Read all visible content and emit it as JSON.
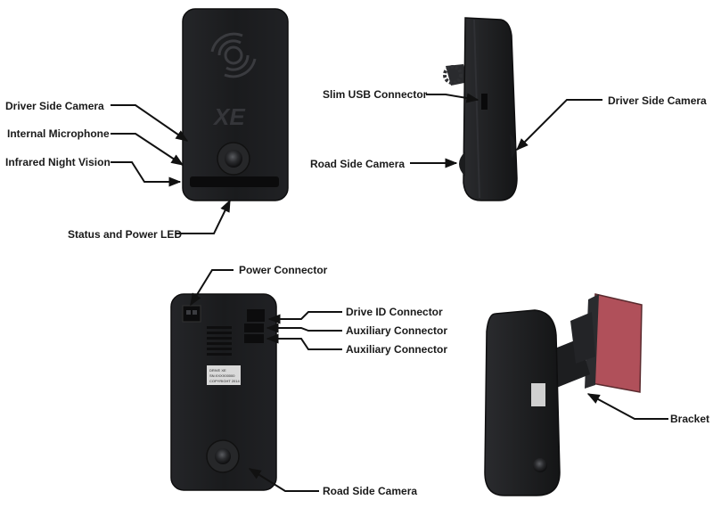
{
  "labels": {
    "front_driver_side_camera": "Driver Side Camera",
    "front_internal_microphone": "Internal Microphone",
    "front_infrared_night_vision": "Infrared Night Vision",
    "front_status_power_led": "Status and Power LED",
    "side_slim_usb_connector": "Slim USB Connector",
    "side_road_side_camera": "Road Side Camera",
    "side_driver_side_camera": "Driver Side Camera",
    "back_power_connector": "Power Connector",
    "back_drive_id_connector": "Drive ID Connector",
    "back_auxiliary_connector_1": "Auxiliary Connector",
    "back_auxiliary_connector_2": "Auxiliary Connector",
    "back_road_side_camera": "Road Side Camera",
    "bracket": "Bracket"
  },
  "device": {
    "logo_text": "XE",
    "sticker_lines": [
      "DRIVE XE",
      "SN:XXXX00000",
      "COPYRIGHT 2014"
    ]
  },
  "colors": {
    "device_body": "#1c1d1f",
    "device_edge": "#2b2c2f",
    "arrow": "#111111",
    "bracket_pad": "#b0505a"
  }
}
